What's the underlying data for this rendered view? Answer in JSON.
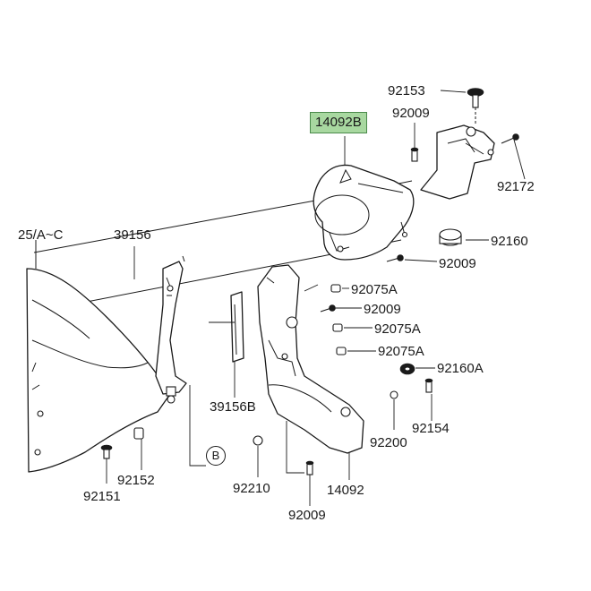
{
  "diagram": {
    "highlight_color": "#a8d8a0",
    "labels": {
      "p92153": "92153",
      "p92009_top": "92009",
      "p14092B": "14092B",
      "p92172": "92172",
      "p92160": "92160",
      "p92009_mid": "92009",
      "p39156": "39156",
      "p25AC": "25/A~C",
      "p92075A_1": "92075A",
      "p92009_lower": "92009",
      "p92075A_2": "92075A",
      "p92075A_3": "92075A",
      "p92160A": "92160A",
      "p39156B": "39156B",
      "p92154": "92154",
      "p92200": "92200",
      "p92152": "92152",
      "p92151": "92151",
      "p92210": "92210",
      "p14092": "14092",
      "p92009_bottom": "92009",
      "refB": "B"
    }
  }
}
